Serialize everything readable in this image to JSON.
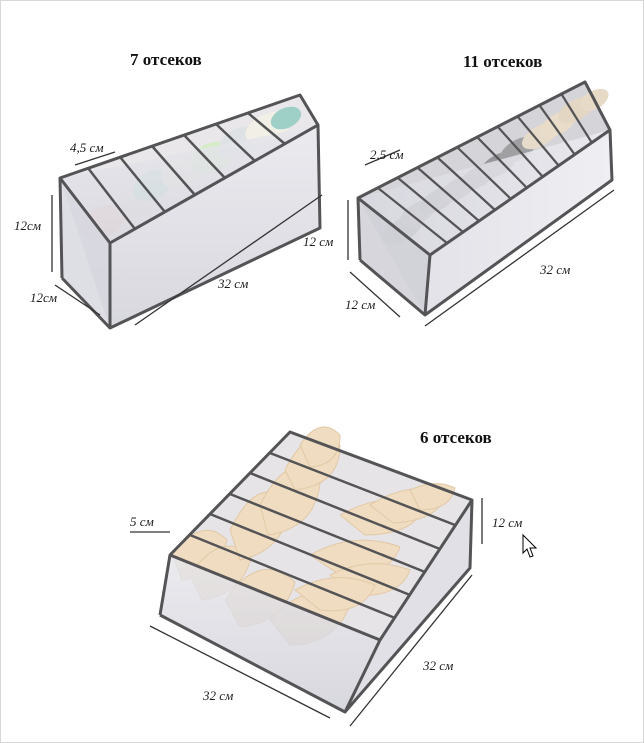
{
  "organizers": [
    {
      "title": "7 отсеков",
      "dims": {
        "divider": "4,5 см",
        "height": "12см",
        "depth": "12см",
        "length": "32 см"
      }
    },
    {
      "title": "11 отсеков",
      "dims": {
        "divider": "2,5 см",
        "height": "12 см",
        "depth": "12 см",
        "length": "32 см"
      }
    },
    {
      "title": "6 отсеков",
      "dims": {
        "divider": "5 см",
        "height": "12 см",
        "depth": "32 см",
        "length": "32 см"
      }
    }
  ],
  "colors": {
    "frame": "#545456",
    "mesh": "#dfe0e6",
    "mesh_side": "#cfd0d8",
    "bra": "#f0dcc1",
    "sock": "#8b8b8d"
  }
}
